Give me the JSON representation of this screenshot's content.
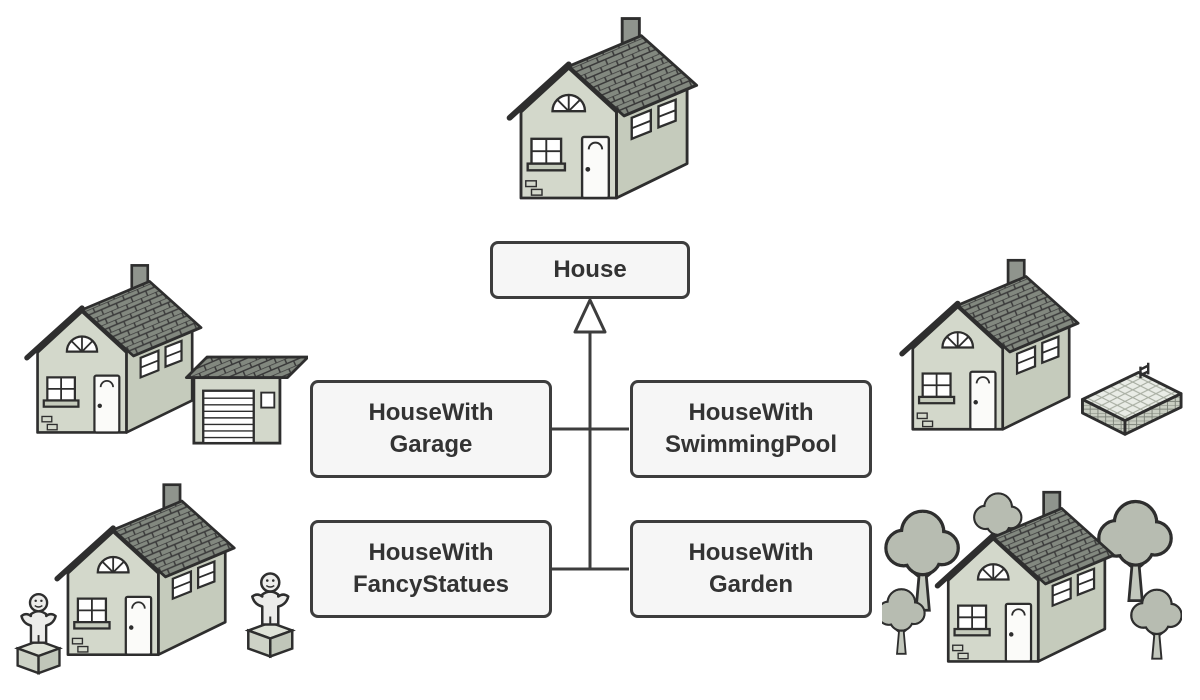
{
  "diagram": {
    "type": "uml-inheritance",
    "parent": {
      "label": "House"
    },
    "children": [
      {
        "line1": "HouseWith",
        "line2": "Garage"
      },
      {
        "line1": "HouseWith",
        "line2": "SwimmingPool"
      },
      {
        "line1": "HouseWith",
        "line2": "FancyStatues"
      },
      {
        "line1": "HouseWith",
        "line2": "Garden"
      }
    ]
  },
  "illustrations": [
    {
      "name": "house-illustration",
      "depicts": "plain house"
    },
    {
      "name": "house-with-garage-illustration",
      "depicts": "house with attached garage"
    },
    {
      "name": "house-with-fancy-statues-illustration",
      "depicts": "house with two fancy statues"
    },
    {
      "name": "house-with-swimming-pool-illustration",
      "depicts": "house with swimming pool"
    },
    {
      "name": "house-with-garden-illustration",
      "depicts": "house surrounded by garden trees"
    }
  ],
  "colors": {
    "background": "#ffffff",
    "box_fill": "#f6f6f6",
    "box_border": "#3d3d3d",
    "text": "#333333",
    "connector": "#3d3d3d",
    "wall": "#d3d8cb",
    "wall_side": "#c5cbbc",
    "roof": "#82887f",
    "outline": "#2e2e2e",
    "foliage": "#b7bcb1"
  }
}
